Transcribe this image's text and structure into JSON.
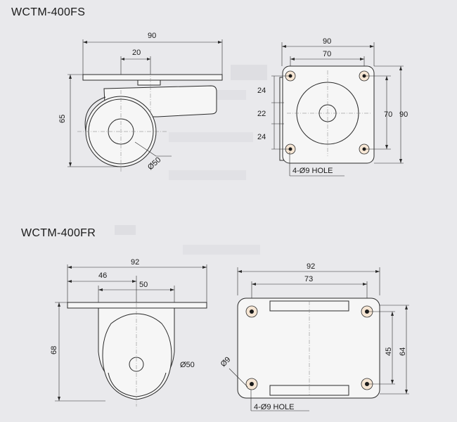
{
  "top_model": {
    "name": "WCTM-400FS",
    "side_view": {
      "plate_width": "90",
      "offset": "20",
      "height": "65",
      "wheel_diameter": "Ø50"
    },
    "plan_view": {
      "outer_width": "90",
      "hole_spacing_width": "70",
      "spacing_a": "24",
      "spacing_b": "22",
      "spacing_c": "24",
      "hole_spacing_height": "70",
      "outer_height": "90",
      "hole_note": "4-Ø9 HOLE"
    }
  },
  "bottom_model": {
    "name": "WCTM-400FR",
    "side_view": {
      "plate_width": "92",
      "left_offset": "46",
      "span": "50",
      "height": "68",
      "wheel_diameter": "Ø50"
    },
    "plan_view": {
      "outer_width": "92",
      "hole_spacing_width": "73",
      "hole_spacing_height": "45",
      "outer_height": "64",
      "hole_diameter": "Ø9",
      "hole_note": "4-Ø9 HOLE"
    }
  },
  "colors": {
    "background": "#e9e9ec",
    "line": "#2a2a2a",
    "hole_highlight": "#f6e6d4"
  }
}
